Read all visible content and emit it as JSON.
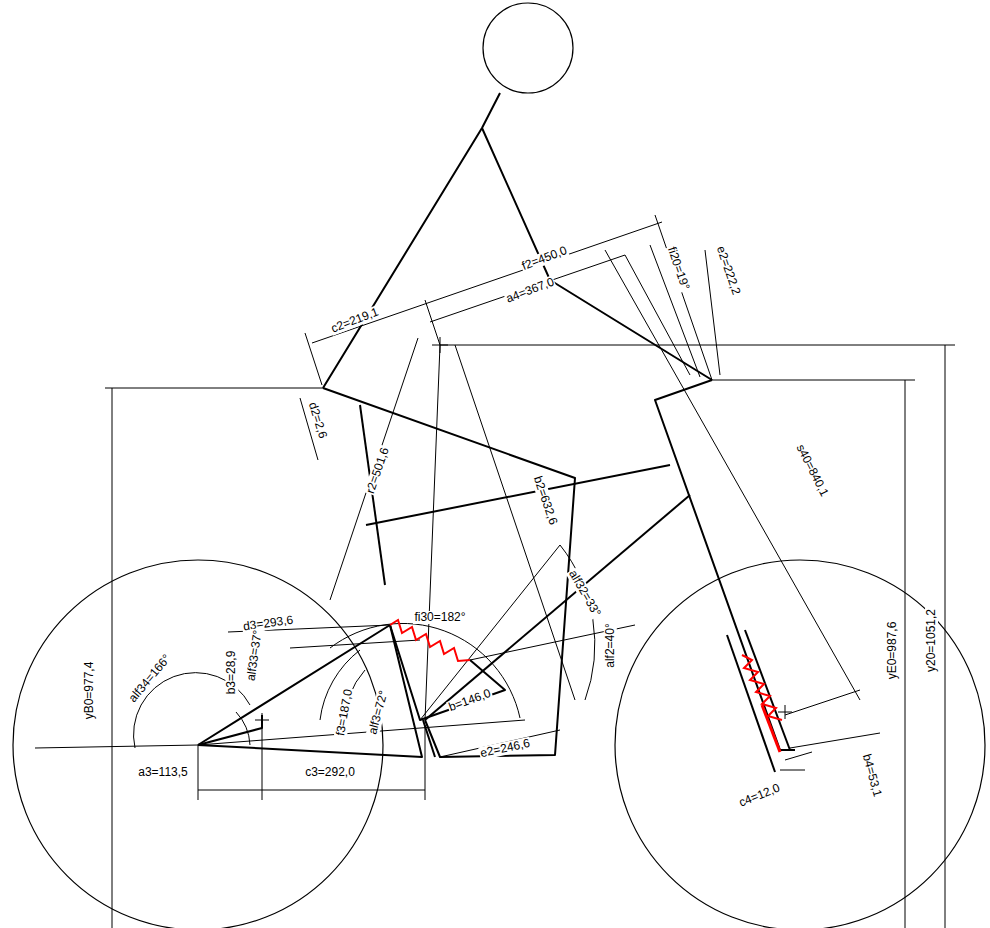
{
  "diagram": {
    "labels": [
      "f2=450,0",
      "a4=367,0",
      "fi20=19°",
      "e2=222,2",
      "c2=219,1",
      "d2=2,6",
      "r2=501,6",
      "b2=632,6",
      "s40=840,1",
      "alf32=33°",
      "alf2=40°",
      "fi30=182°",
      "d3=293,6",
      "alf33=37°",
      "b3=28,9",
      "alf34=166°",
      "yB0=977,4",
      "f3=187,0",
      "alf3=72°",
      "b=146,0",
      "a3=113,5",
      "c3=292,0",
      "e2=246,6",
      "yE0=987,6",
      "y20=1051,2",
      "c4=12,0",
      "b4=53,1"
    ]
  }
}
